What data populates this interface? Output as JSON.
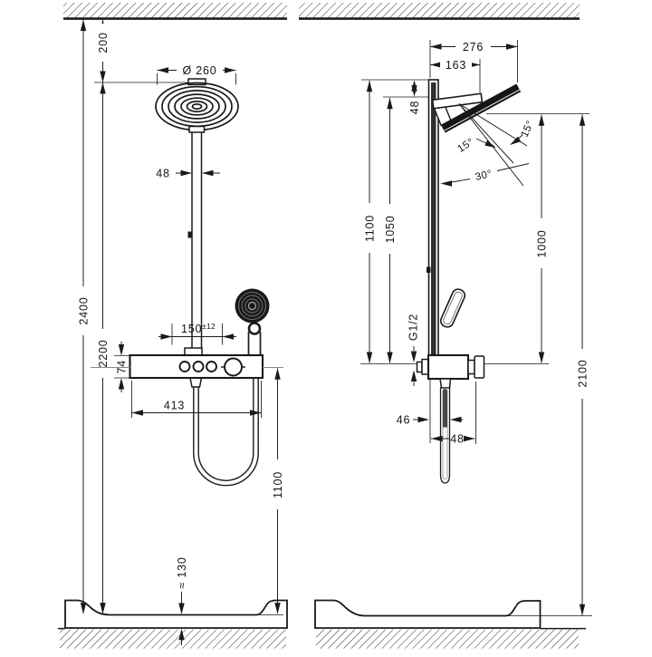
{
  "front": {
    "ceiling_gap": "200",
    "overall_height": "2400",
    "upper_height": "2200",
    "head_diameter": "Ø 260",
    "pipe_width": "48",
    "inlet_spacing": "150",
    "inlet_tolerance": "±12",
    "valve_height": "74",
    "valve_width": "413",
    "hose_height": "1100",
    "tray_depth": "≈ 130"
  },
  "side": {
    "head_reach": "276",
    "head_reach_inner": "163",
    "head_drop": "48",
    "column_height": "1100",
    "pivot_height": "1050",
    "spray_height": "1000",
    "total_height": "2100",
    "angle_upper": "15°",
    "angle_lower": "15°",
    "angle_range": "30°",
    "hose_offset": "46",
    "hose_spacing": "48",
    "thread": "G1/2"
  }
}
